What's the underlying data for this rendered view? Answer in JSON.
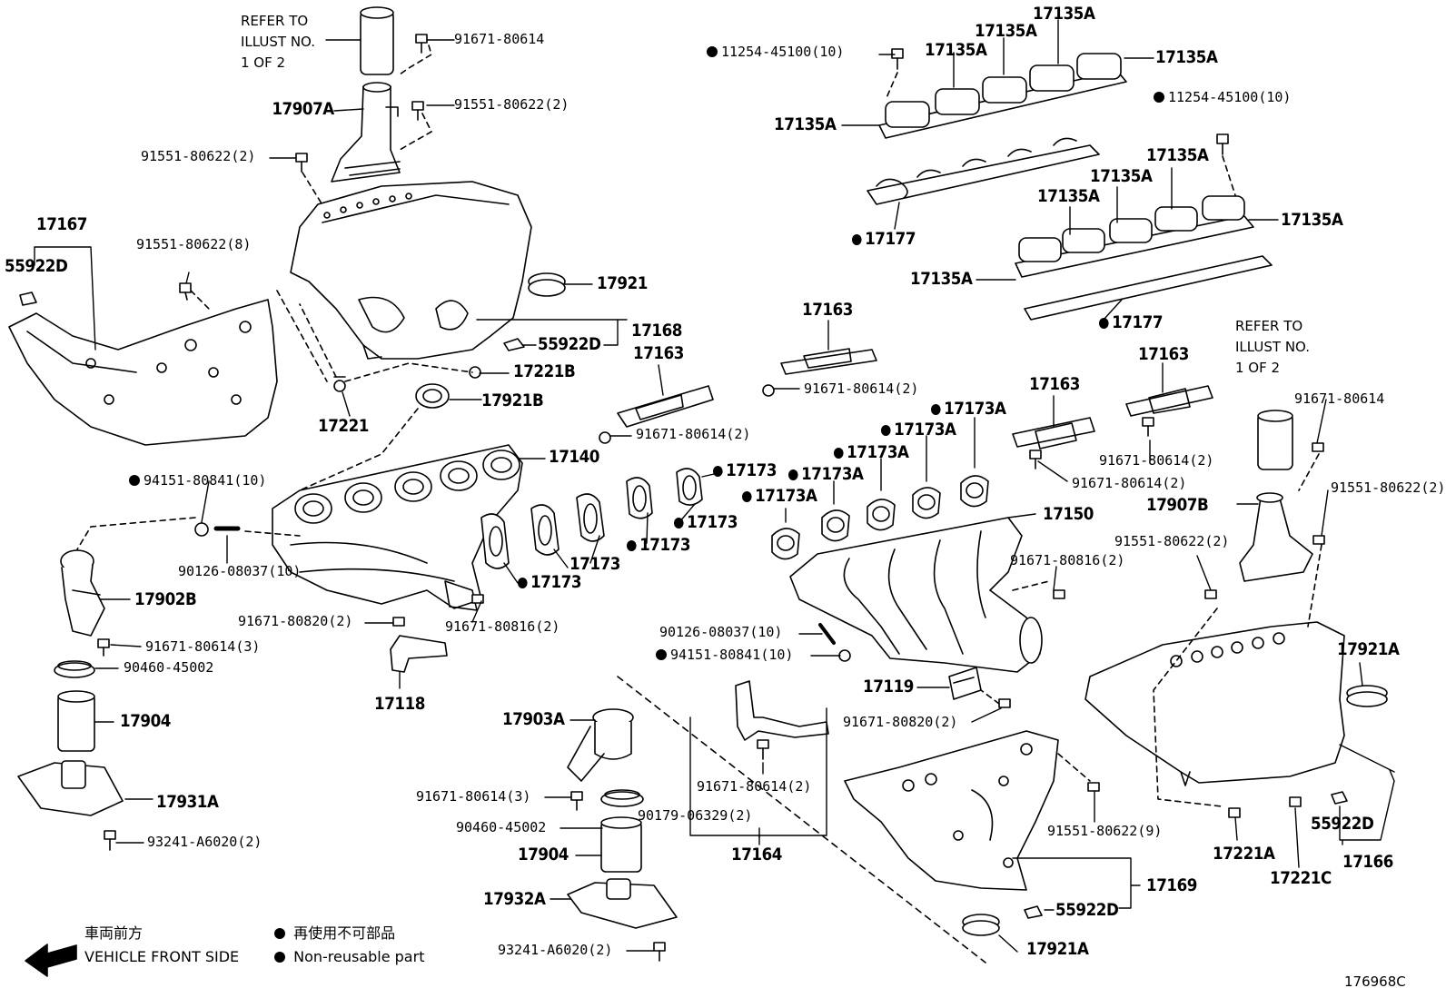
{
  "refer_note_1": "REFER TO\nILLUST NO.\n1 OF 2",
  "refer_note_2": "REFER TO\nILLUST NO.\n1 OF 2",
  "parts": [
    {
      "id": "p01",
      "text": "91671-80614",
      "nr": false
    },
    {
      "id": "p02",
      "text": "17907A",
      "nr": false
    },
    {
      "id": "p03",
      "text": "91551-80622(2)",
      "nr": false
    },
    {
      "id": "p04",
      "text": "91551-80622(2)",
      "nr": false
    },
    {
      "id": "p05",
      "text": "17167",
      "nr": false
    },
    {
      "id": "p06",
      "text": "55922D",
      "nr": false
    },
    {
      "id": "p07",
      "text": "91551-80622(8)",
      "nr": false
    },
    {
      "id": "p08",
      "text": "17921",
      "nr": false
    },
    {
      "id": "p09",
      "text": "17168",
      "nr": false
    },
    {
      "id": "p10",
      "text": "55922D",
      "nr": false
    },
    {
      "id": "p11",
      "text": "17221B",
      "nr": false
    },
    {
      "id": "p12",
      "text": "17221",
      "nr": false
    },
    {
      "id": "p13",
      "text": "17921B",
      "nr": false
    },
    {
      "id": "p14",
      "text": "11254-45100(10)",
      "nr": true
    },
    {
      "id": "p15",
      "text": "17135A",
      "nr": false
    },
    {
      "id": "p16",
      "text": "17135A",
      "nr": false
    },
    {
      "id": "p17",
      "text": "17135A",
      "nr": false
    },
    {
      "id": "p18",
      "text": "17135A",
      "nr": false
    },
    {
      "id": "p19",
      "text": "17135A",
      "nr": false
    },
    {
      "id": "p20",
      "text": "11254-45100(10)",
      "nr": true
    },
    {
      "id": "p21",
      "text": "17135A",
      "nr": false
    },
    {
      "id": "p22",
      "text": "17135A",
      "nr": false
    },
    {
      "id": "p23",
      "text": "17135A",
      "nr": false
    },
    {
      "id": "p24",
      "text": "17177",
      "nr": true
    },
    {
      "id": "p25",
      "text": "17135A",
      "nr": false
    },
    {
      "id": "p26",
      "text": "17135A",
      "nr": false
    },
    {
      "id": "p27",
      "text": "17177",
      "nr": true
    },
    {
      "id": "p28",
      "text": "17163",
      "nr": false
    },
    {
      "id": "p29",
      "text": "17163",
      "nr": false
    },
    {
      "id": "p30",
      "text": "91671-80614(2)",
      "nr": false
    },
    {
      "id": "p31",
      "text": "17163",
      "nr": false
    },
    {
      "id": "p32",
      "text": "17163",
      "nr": false
    },
    {
      "id": "p33",
      "text": "91671-80614(2)",
      "nr": false
    },
    {
      "id": "p34",
      "text": "91671-80614(2)",
      "nr": false
    },
    {
      "id": "p35",
      "text": "91671-80614(2)",
      "nr": false
    },
    {
      "id": "p36",
      "text": "17140",
      "nr": false
    },
    {
      "id": "p37",
      "text": "94151-80841(10)",
      "nr": true
    },
    {
      "id": "p38",
      "text": "90126-08037(10)",
      "nr": false
    },
    {
      "id": "p39",
      "text": "17902B",
      "nr": false
    },
    {
      "id": "p40",
      "text": "91671-80820(2)",
      "nr": false
    },
    {
      "id": "p41",
      "text": "91671-80816(2)",
      "nr": false
    },
    {
      "id": "p42",
      "text": "91671-80614(3)",
      "nr": false
    },
    {
      "id": "p43",
      "text": "90460-45002",
      "nr": false
    },
    {
      "id": "p44",
      "text": "17118",
      "nr": false
    },
    {
      "id": "p45",
      "text": "17904",
      "nr": false
    },
    {
      "id": "p46",
      "text": "17931A",
      "nr": false
    },
    {
      "id": "p47",
      "text": "93241-A6020(2)",
      "nr": false
    },
    {
      "id": "p48",
      "text": "17173",
      "nr": true
    },
    {
      "id": "p49",
      "text": "17173",
      "nr": true
    },
    {
      "id": "p50",
      "text": "17173",
      "nr": true
    },
    {
      "id": "p51",
      "text": "17173",
      "nr": false
    },
    {
      "id": "p52",
      "text": "17173",
      "nr": true
    },
    {
      "id": "p53",
      "text": "17173A",
      "nr": true
    },
    {
      "id": "p54",
      "text": "17173A",
      "nr": true
    },
    {
      "id": "p55",
      "text": "17173A",
      "nr": true
    },
    {
      "id": "p56",
      "text": "17173A",
      "nr": true
    },
    {
      "id": "p57",
      "text": "17173A",
      "nr": true
    },
    {
      "id": "p58",
      "text": "17150",
      "nr": false
    },
    {
      "id": "p59",
      "text": "91671-80816(2)",
      "nr": false
    },
    {
      "id": "p60",
      "text": "90126-08037(10)",
      "nr": false
    },
    {
      "id": "p61",
      "text": "94151-80841(10)",
      "nr": true
    },
    {
      "id": "p62",
      "text": "17119",
      "nr": false
    },
    {
      "id": "p63",
      "text": "91671-80820(2)",
      "nr": false
    },
    {
      "id": "p64",
      "text": "91671-80614",
      "nr": false
    },
    {
      "id": "p65",
      "text": "17907B",
      "nr": false
    },
    {
      "id": "p66",
      "text": "91551-80622(2)",
      "nr": false
    },
    {
      "id": "p67",
      "text": "91551-80622(2)",
      "nr": false
    },
    {
      "id": "p68",
      "text": "17921A",
      "nr": false
    },
    {
      "id": "p69",
      "text": "17903A",
      "nr": false
    },
    {
      "id": "p70",
      "text": "91671-80614(3)",
      "nr": false
    },
    {
      "id": "p71",
      "text": "90460-45002",
      "nr": false
    },
    {
      "id": "p72",
      "text": "17904",
      "nr": false
    },
    {
      "id": "p73",
      "text": "17932A",
      "nr": false
    },
    {
      "id": "p74",
      "text": "93241-A6020(2)",
      "nr": false
    },
    {
      "id": "p75",
      "text": "91671-80614(2)",
      "nr": false
    },
    {
      "id": "p76",
      "text": "90179-06329(2)",
      "nr": false
    },
    {
      "id": "p77",
      "text": "17164",
      "nr": false
    },
    {
      "id": "p78",
      "text": "91551-80622(9)",
      "nr": false
    },
    {
      "id": "p79",
      "text": "17169",
      "nr": false
    },
    {
      "id": "p80",
      "text": "55922D",
      "nr": false
    },
    {
      "id": "p81",
      "text": "17921A",
      "nr": false
    },
    {
      "id": "p82",
      "text": "17221A",
      "nr": false
    },
    {
      "id": "p83",
      "text": "17221C",
      "nr": false
    },
    {
      "id": "p84",
      "text": "55922D",
      "nr": false
    },
    {
      "id": "p85",
      "text": "17166",
      "nr": false
    }
  ],
  "legend": {
    "front_jp": "車両前方",
    "front_en": "VEHICLE FRONT SIDE",
    "nonreuse_jp": "再使用不可部品",
    "nonreuse_en": "Non-reusable part"
  },
  "illustration_code": "176968C"
}
